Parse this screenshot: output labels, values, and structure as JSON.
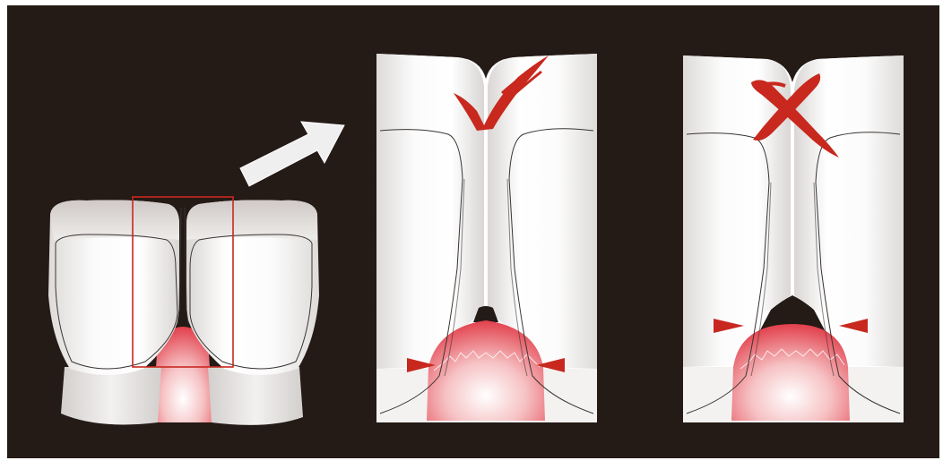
{
  "figure": {
    "panels": [
      {
        "id": "overview",
        "shows": "two-adjacent-crowns-with-interdental-papilla",
        "highlight": "red-frame-around-contact-area"
      },
      {
        "id": "correct",
        "mark": "checkmark",
        "mark_meaning": "correct"
      },
      {
        "id": "incorrect",
        "mark": "cross",
        "mark_meaning": "incorrect"
      }
    ],
    "colors": {
      "background": "#241a16",
      "mark_red": "#c8281e",
      "gingiva": "#e8505a",
      "tooth": "#f2f0ef"
    },
    "icons": [
      "arrow-right-icon",
      "checkmark-icon",
      "cross-icon",
      "pointer-left-icon",
      "pointer-right-icon"
    ]
  }
}
